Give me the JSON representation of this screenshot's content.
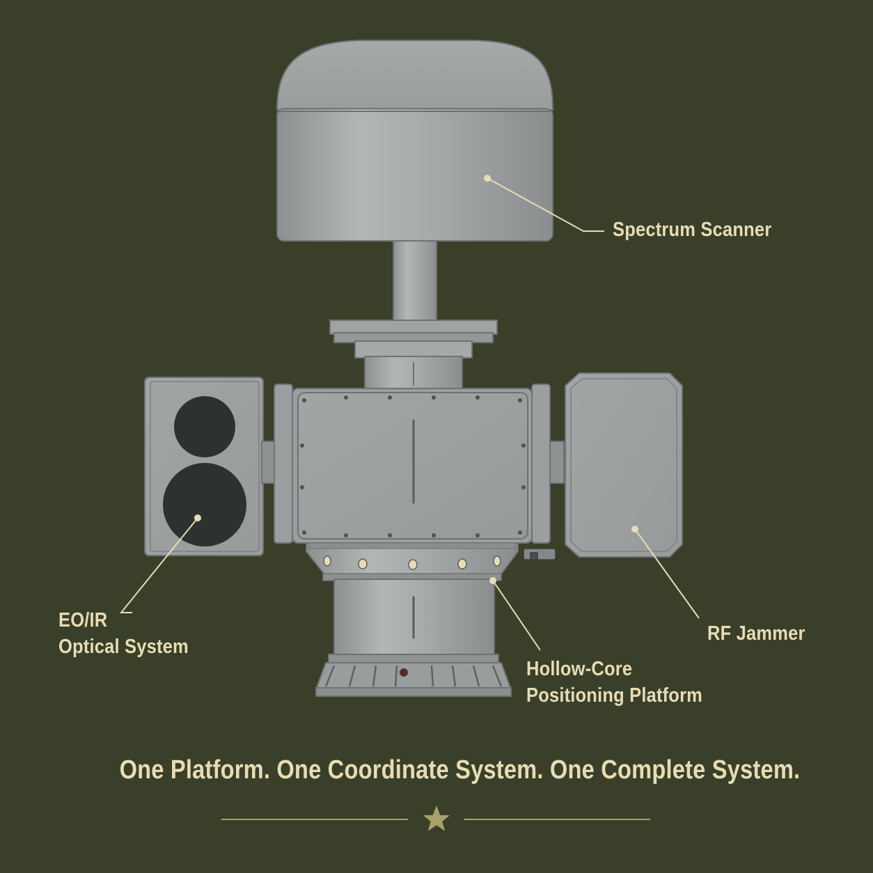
{
  "colors": {
    "background": "#3a3f29",
    "label_text": "#e7dcb4",
    "leader_line": "#e7dcb4",
    "metal": "#a3a6a7",
    "metal_dark": "#7c7f80",
    "lens": "#2c322f",
    "ornament": "#a9a06b"
  },
  "labels": {
    "spectrum_scanner": "Spectrum Scanner",
    "eo_ir_line1": "EO/IR",
    "eo_ir_line2": "Optical System",
    "rf_jammer": "RF Jammer",
    "platform_line1": "Hollow-Core",
    "platform_line2": "Positioning Platform"
  },
  "tagline": "One Platform. One Coordinate System. One Complete System.",
  "ornament_icon": "star-icon"
}
